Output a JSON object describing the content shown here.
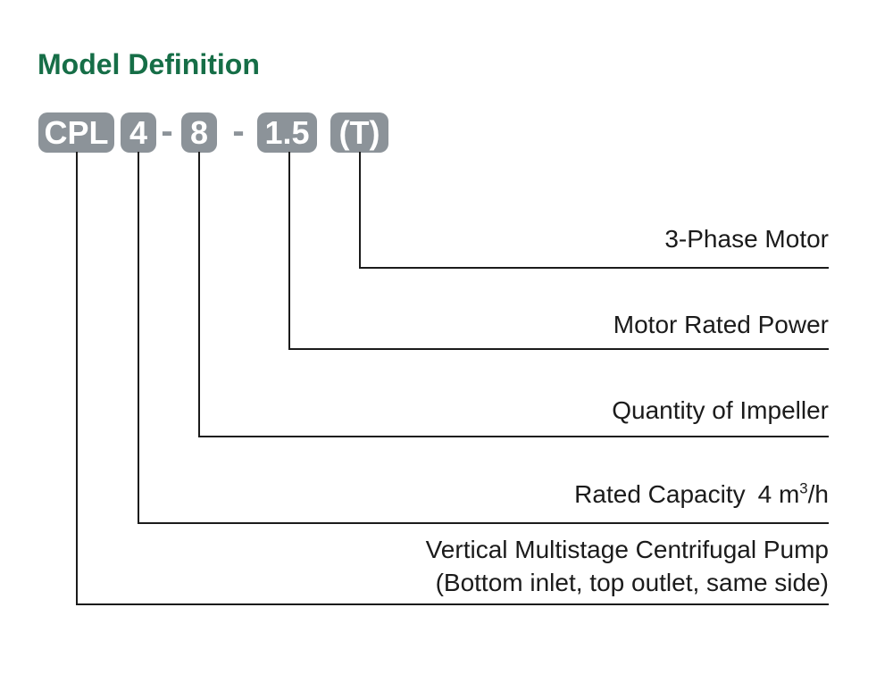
{
  "title": {
    "text": "Model Definition",
    "color": "#166e47"
  },
  "model_code": {
    "segments": [
      "CPL",
      "4",
      "8",
      "1.5",
      "(T)"
    ],
    "separator": "-",
    "badge_color": "#8c9399",
    "badge_text_color": "#ffffff"
  },
  "definitions": [
    {
      "label": "3-Phase Motor"
    },
    {
      "label": "Motor Rated Power"
    },
    {
      "label": "Quantity of Impeller"
    },
    {
      "label": "Rated Capacity",
      "value": "4 m",
      "value_sup": "3",
      "value_tail": "/h"
    },
    {
      "label": "Vertical Multistage Centrifugal Pump",
      "label_line2": "(Bottom inlet, top outlet, same side)"
    }
  ],
  "colors": {
    "line_color": "#1b1b1b",
    "text_color": "#1b1b1b",
    "background": "#ffffff"
  }
}
